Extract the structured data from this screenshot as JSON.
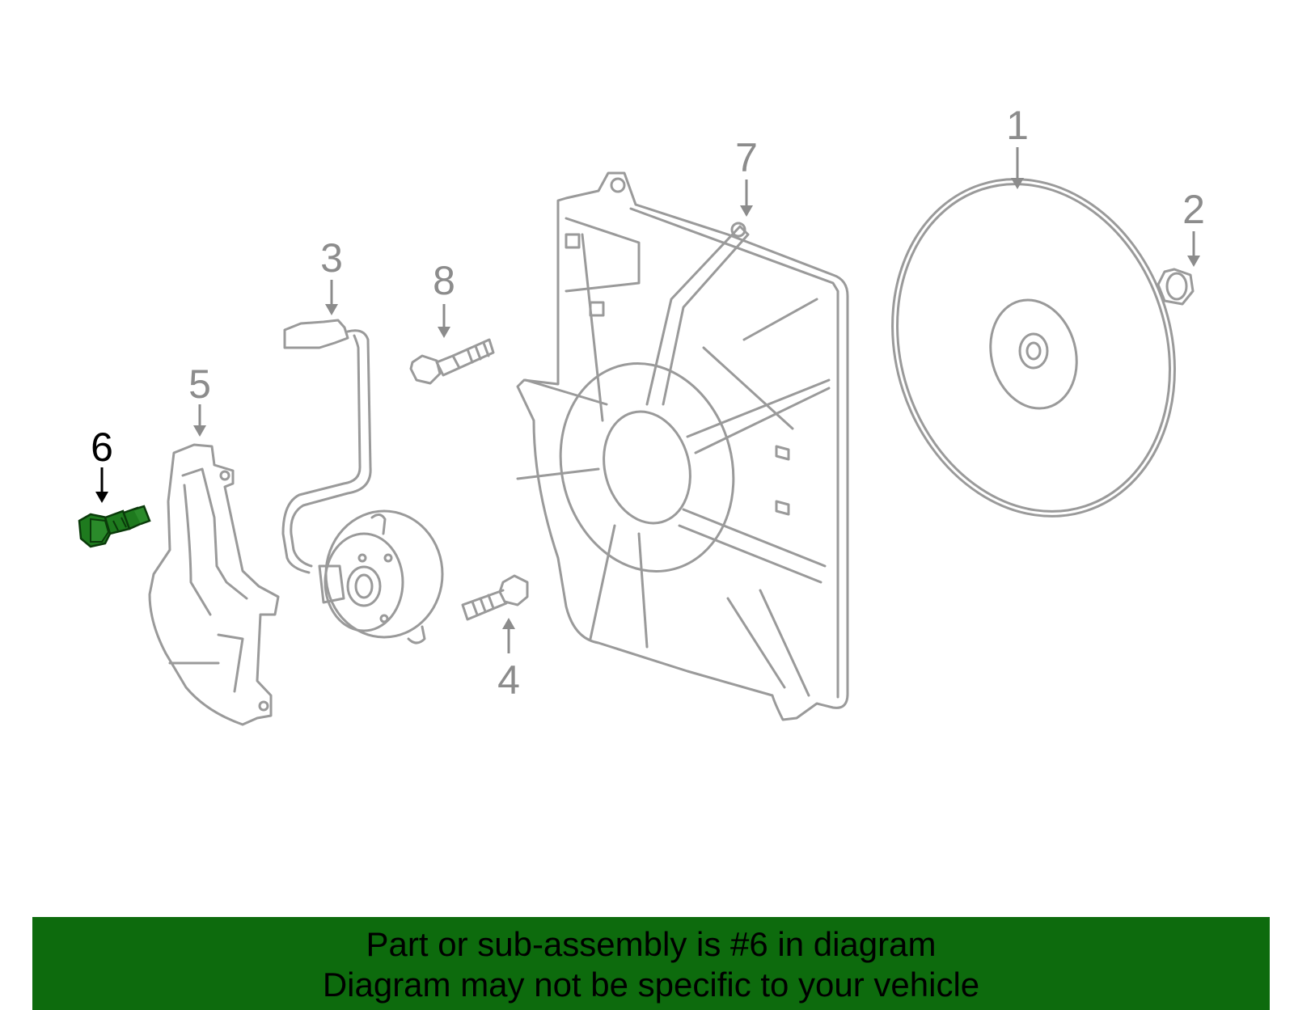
{
  "callouts": [
    "1",
    "2",
    "3",
    "4",
    "5",
    "6",
    "7",
    "8"
  ],
  "highlighted_part": "6",
  "colors": {
    "banner": "#0d6b0d",
    "highlight_part": "#1e7a1e",
    "line_art": "#9a9a9a"
  },
  "banner": {
    "line1": "Part or sub-assembly is #6 in diagram",
    "line2": "Diagram may not be specific to your vehicle"
  }
}
